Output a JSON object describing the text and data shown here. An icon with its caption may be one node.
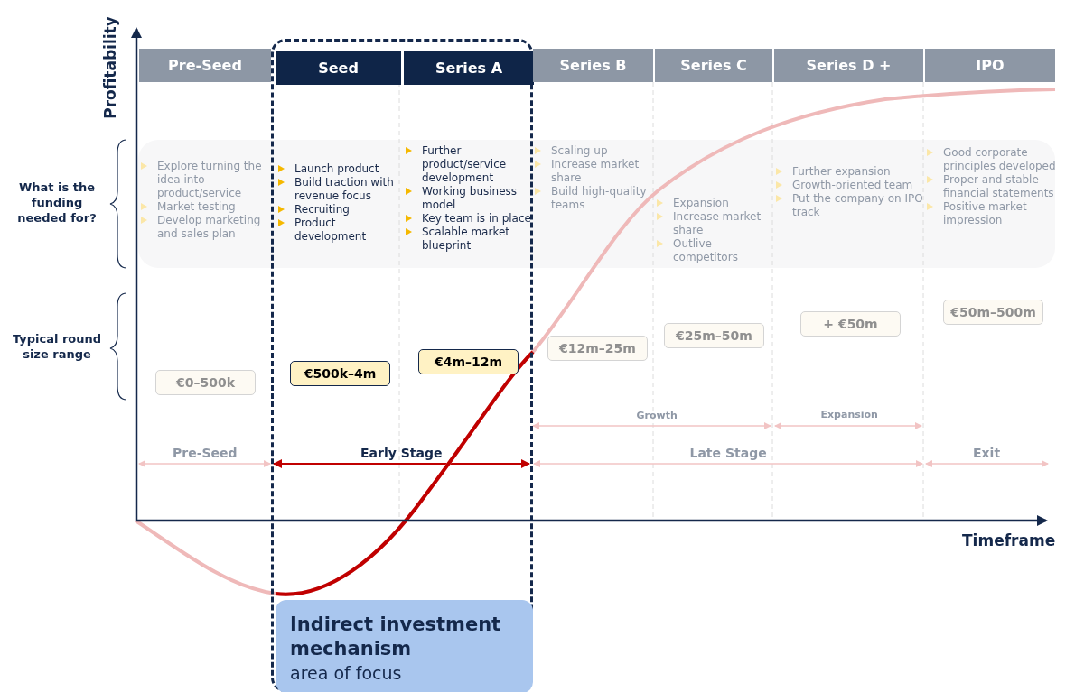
{
  "diagram": {
    "nodes": [
      {
        "text": [],
        "shape": "box"
      },
      {
        "text": [
          "Pre-Seed"
        ]
      },
      {
        "text": [
          "Seed"
        ],
        "in": 0
      },
      {
        "text": [
          "Series A"
        ],
        "in": 0
      },
      {
        "text": [
          "Series B"
        ]
      },
      {
        "text": [
          "Series C"
        ]
      },
      {
        "text": [
          "Series D +"
        ]
      },
      {
        "text": [
          "IPO"
        ]
      },
      {
        "text": [
          "Explore turning the idea into product/service",
          "Market testing",
          "Develop marketing and sales plan"
        ]
      },
      {
        "text": [
          "Launch product",
          "Build traction with revenue focus",
          "Recruiting",
          "Product development"
        ],
        "in": 0
      },
      {
        "text": [
          "Further product/service development",
          "Working business model",
          "Key team is in place",
          "Scalable market blueprint"
        ],
        "in": 0
      },
      {
        "text": [
          "Scaling up",
          "Increase market share",
          "Build high-quality teams"
        ]
      },
      {
        "text": [
          "Expansion",
          "Increase market share",
          "Outlive competitors"
        ]
      },
      {
        "text": [
          "Further expansion",
          "Growth-oriented team",
          "Put the company on IPO track"
        ]
      },
      {
        "text": [
          "Good corporate principles developed",
          "Proper and stable financial statements",
          "Positive market impression"
        ]
      },
      {
        "text": [
          "€0–500k"
        ]
      },
      {
        "text": [
          "€500k–4m"
        ],
        "in": 0
      },
      {
        "text": [
          "€4m–12m"
        ],
        "in": 0
      },
      {
        "text": [
          "€12m–25m"
        ]
      },
      {
        "text": [
          "€25m–50m"
        ]
      },
      {
        "text": [
          "+ €50m"
        ]
      },
      {
        "text": [
          "€50m–500m"
        ]
      },
      {
        "text": [
          "Indirect investment mechanism",
          "area of focus"
        ],
        "in": 0
      }
    ],
    "labels": [
      "Profitability",
      "Timeframe",
      "What is the funding needed for?",
      "Typical round size range",
      "Growth",
      "Expansion",
      "Pre-Seed",
      "Early Stage",
      "Late Stage",
      "Exit"
    ]
  }
}
